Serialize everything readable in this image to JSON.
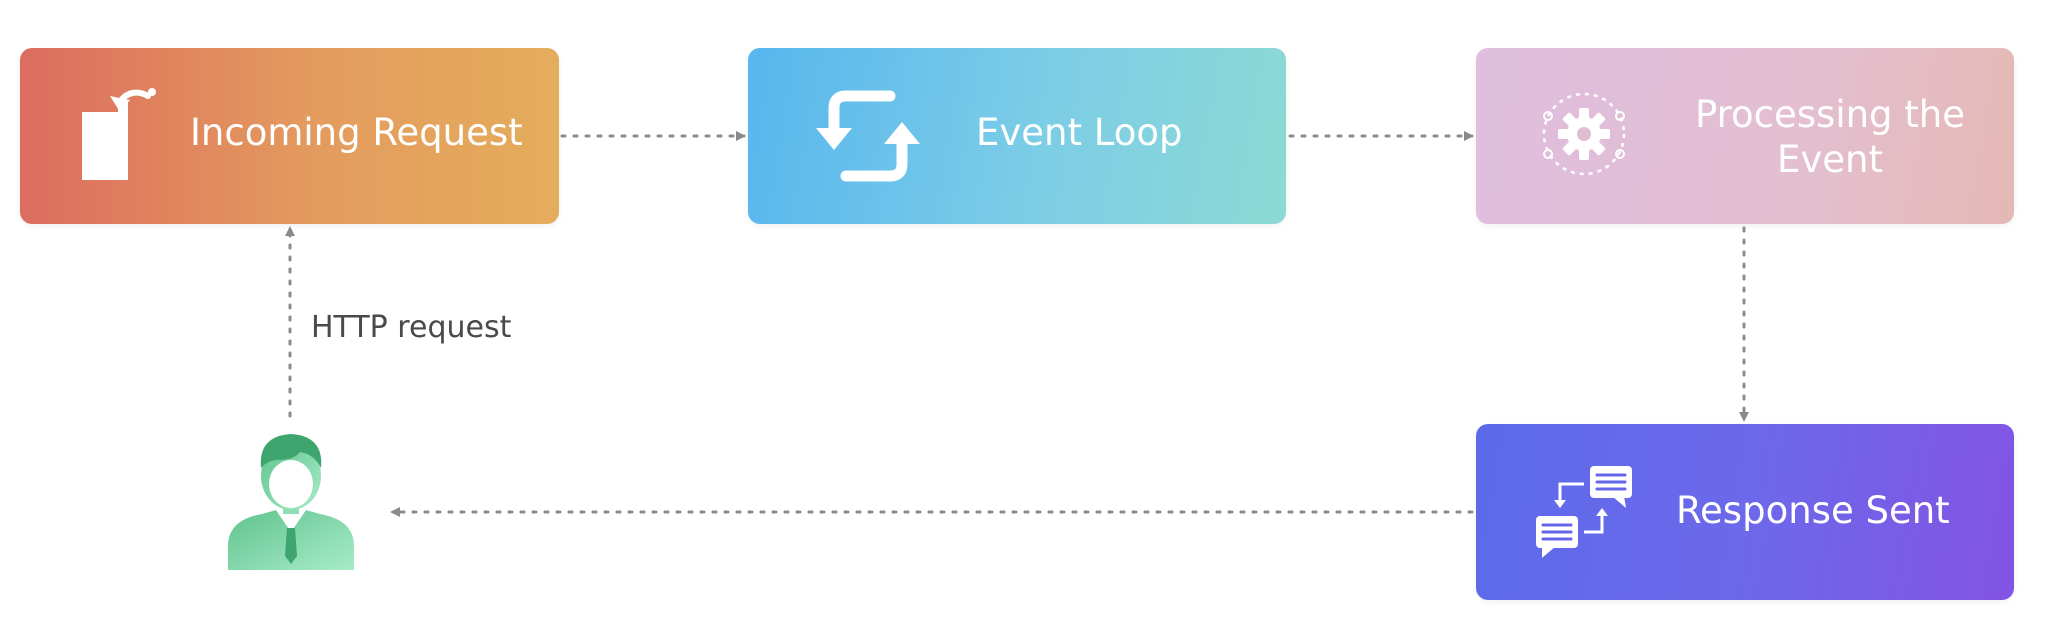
{
  "nodes": {
    "incoming_request": {
      "label": "Incoming Request",
      "icon": "document-incoming-icon",
      "color": "#e0895e"
    },
    "event_loop": {
      "label": "Event Loop",
      "icon": "refresh-loop-icon",
      "color": "#6cc3ea"
    },
    "processing": {
      "label": "Processing the\nEvent",
      "icon": "gear-cycle-icon",
      "color": "#e1bccb"
    },
    "response_sent": {
      "label": "Response Sent",
      "icon": "chat-exchange-icon",
      "color": "#6a62ea"
    },
    "user": {
      "icon": "user-avatar-icon",
      "color": "#7fd6a6"
    }
  },
  "edges": {
    "http_request_label": "HTTP request"
  }
}
